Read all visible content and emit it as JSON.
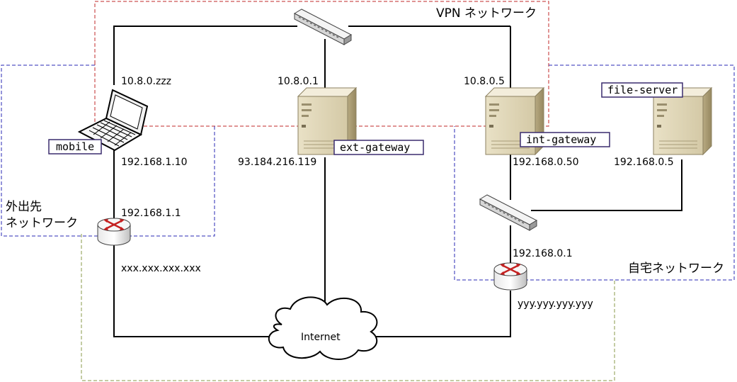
{
  "regions": {
    "vpn": {
      "label": "VPN ネットワーク",
      "color": "#c0282a"
    },
    "remote": {
      "label_line1": "外出先",
      "label_line2": "ネットワーク",
      "color": "#2a2ab5"
    },
    "home": {
      "label": "自宅ネットワーク",
      "color": "#2a2ab5"
    },
    "internet_zone": {
      "color": "#8a9a4a"
    }
  },
  "nodes": {
    "mobile": {
      "name": "mobile",
      "vpn_ip": "10.8.0.zzz",
      "lan_ip": "192.168.1.10",
      "icon": "laptop-icon"
    },
    "ext_gateway": {
      "name": "ext-gateway",
      "vpn_ip": "10.8.0.1",
      "public_ip": "93.184.216.119",
      "icon": "server-icon"
    },
    "int_gateway": {
      "name": "int-gateway",
      "vpn_ip": "10.8.0.5",
      "lan_ip": "192.168.0.50",
      "icon": "server-icon"
    },
    "file_server": {
      "name": "file-server",
      "lan_ip": "192.168.0.5",
      "icon": "server-icon"
    },
    "remote_router": {
      "lan_ip": "192.168.1.1",
      "wan_ip": "xxx.xxx.xxx.xxx",
      "icon": "router-icon"
    },
    "home_router": {
      "lan_ip": "192.168.0.1",
      "wan_ip": "yyy.yyy.yyy.yyy",
      "icon": "router-icon"
    },
    "vpn_switch": {
      "icon": "switch-icon"
    },
    "home_switch": {
      "icon": "switch-icon"
    },
    "internet": {
      "label": "Internet",
      "icon": "cloud-icon"
    }
  }
}
